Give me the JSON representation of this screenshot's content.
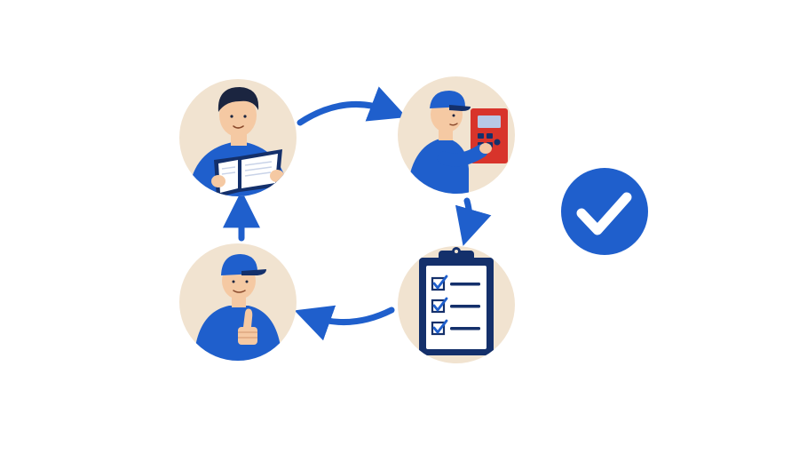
{
  "diagram": {
    "type": "cycle",
    "steps": [
      {
        "id": "study",
        "icon": "person-reading-manual-icon"
      },
      {
        "id": "operate",
        "icon": "technician-using-control-panel-icon"
      },
      {
        "id": "checklist",
        "icon": "clipboard-checklist-icon"
      },
      {
        "id": "approve",
        "icon": "person-thumbs-up-icon"
      }
    ],
    "completion_icon": "check-badge-icon"
  },
  "colors": {
    "brand_blue": "#1f5fcc",
    "navy": "#14306b",
    "circle_bg": "#f1e3d0",
    "skin": "#f5c9a3",
    "hair": "#1b2540",
    "panel_red": "#d8342b",
    "white": "#ffffff"
  }
}
